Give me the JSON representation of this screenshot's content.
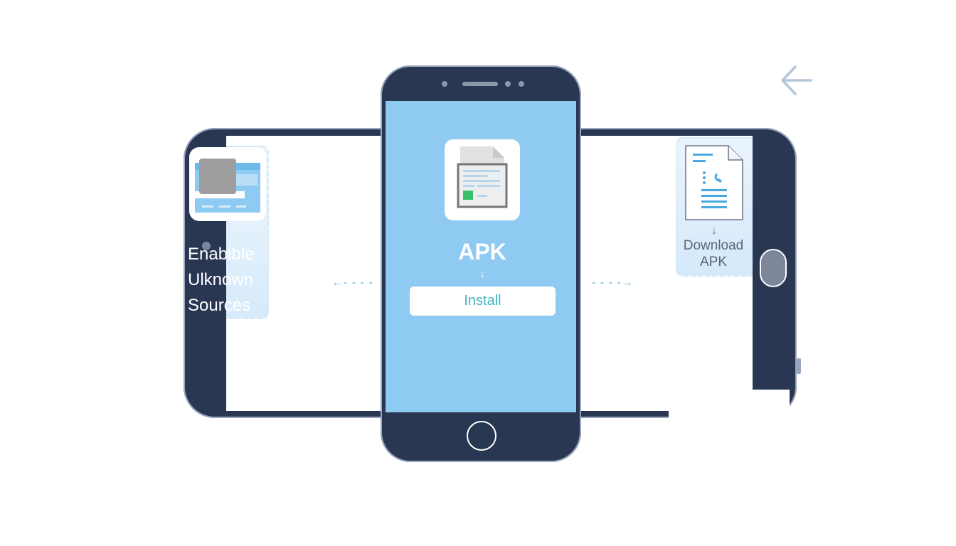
{
  "diagram": {
    "center_phone": {
      "title": "APK",
      "arrow": "↓",
      "install_button": "Install",
      "icon": "apk-file-icon"
    },
    "left_step": {
      "lines": [
        "Enabible",
        "Ulknown",
        "Sources"
      ],
      "icon": "settings-window-icon"
    },
    "right_step": {
      "arrow": "↓",
      "lines": [
        "Download",
        "APK"
      ],
      "icon": "document-file-icon"
    },
    "connectors": {
      "left": "←- - - -",
      "right": "- - - -→"
    },
    "nav": {
      "back_icon": "back-arrow-icon"
    },
    "colors": {
      "phone_frame": "#2a3752",
      "screen_blue": "#8ecbf2",
      "install_text": "#45b3c3",
      "accent_blue": "#5db5e3"
    }
  }
}
